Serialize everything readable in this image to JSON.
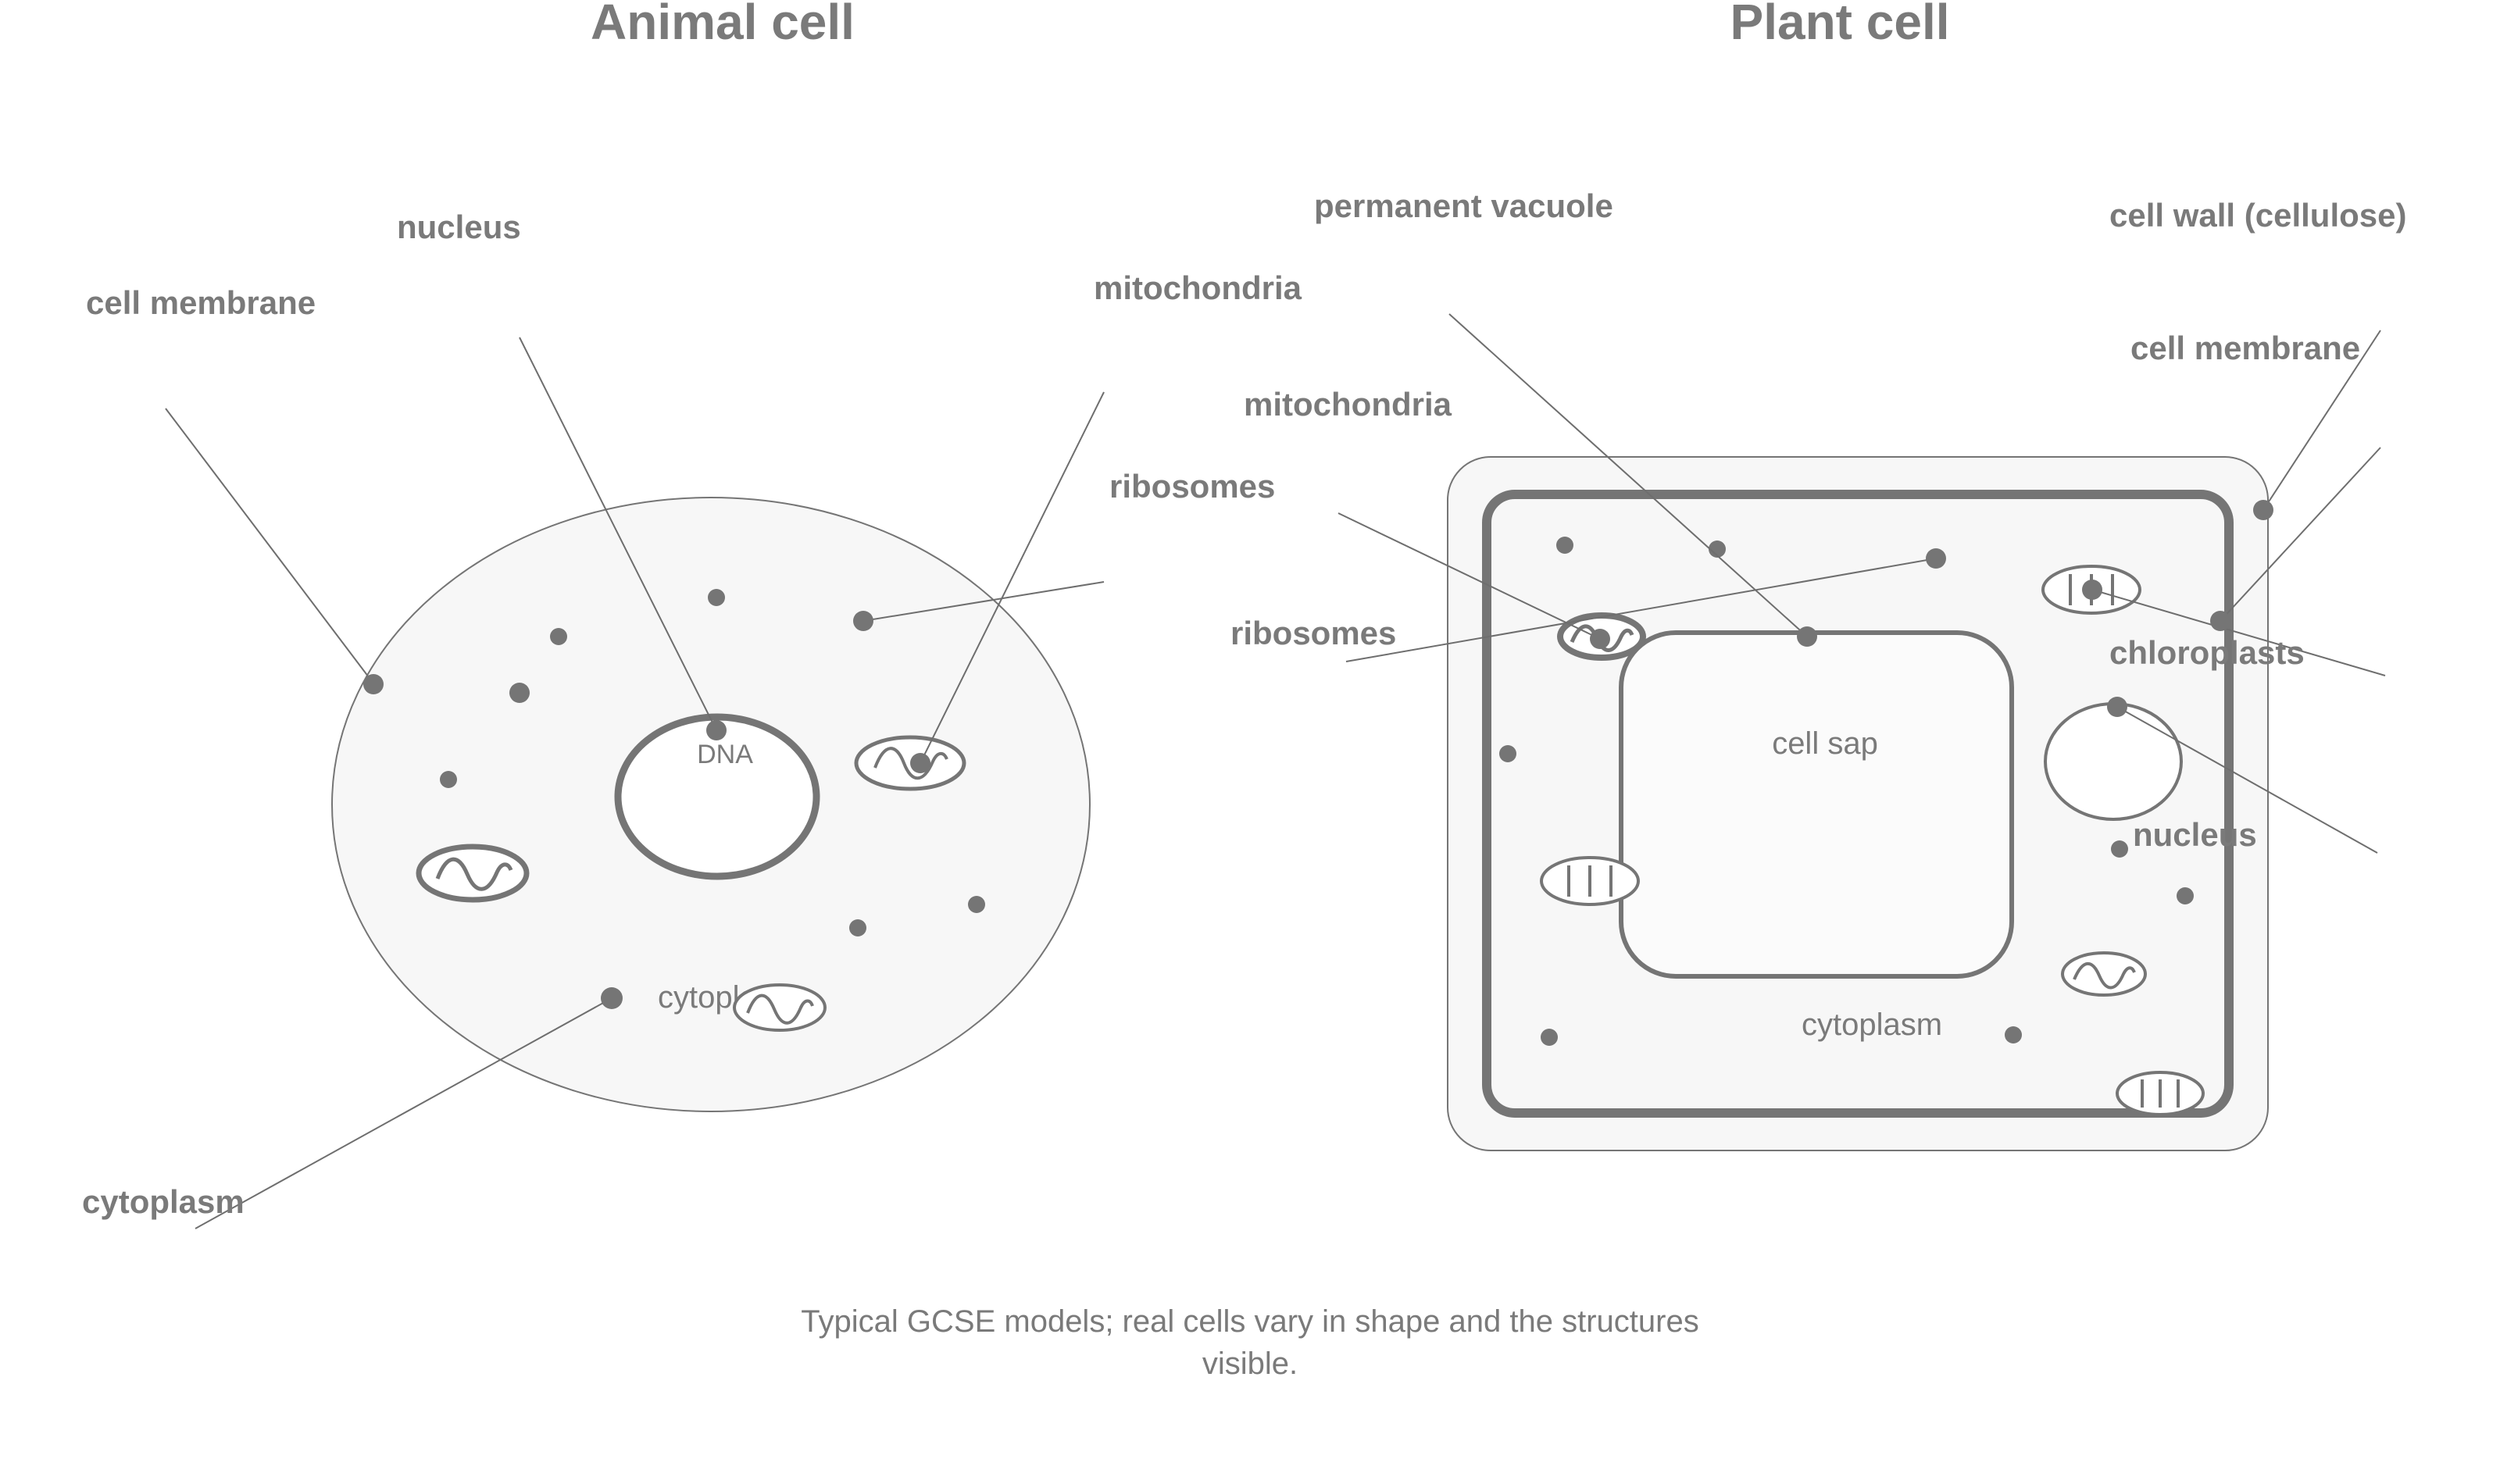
{
  "animal": {
    "title": "Animal cell",
    "labels": {
      "nucleus": "nucleus",
      "cell_membrane": "cell membrane",
      "mitochondria": "mitochondria",
      "cytoplasm": "cytoplasm"
    },
    "inner": {
      "dna": "DNA",
      "cytoplasm": "cytoplasm"
    }
  },
  "plant": {
    "title": "Plant cell",
    "labels": {
      "permanent_vacuole": "permanent vacuole",
      "cell_wall": "cell wall (cellulose)",
      "mitochondria_top": "mitochondria",
      "mitochondria": "mitochondria",
      "cell_membrane": "cell membrane",
      "ribosomes_top": "ribosomes",
      "ribosomes": "ribosomes",
      "chloroplasts": "chloroplasts",
      "nucleus": "nucleus"
    },
    "inner": {
      "cell_sap": "cell sap",
      "cytoplasm": "cytoplasm"
    }
  },
  "caption": "Typical GCSE models; real cells vary in shape and the structures visible.",
  "colors": {
    "ink": "#757575",
    "text": "#7a7a7a",
    "fill": "#f7f7f7",
    "vacuole_fill": "#fbfbfb",
    "leader": "#6e6e6e"
  }
}
